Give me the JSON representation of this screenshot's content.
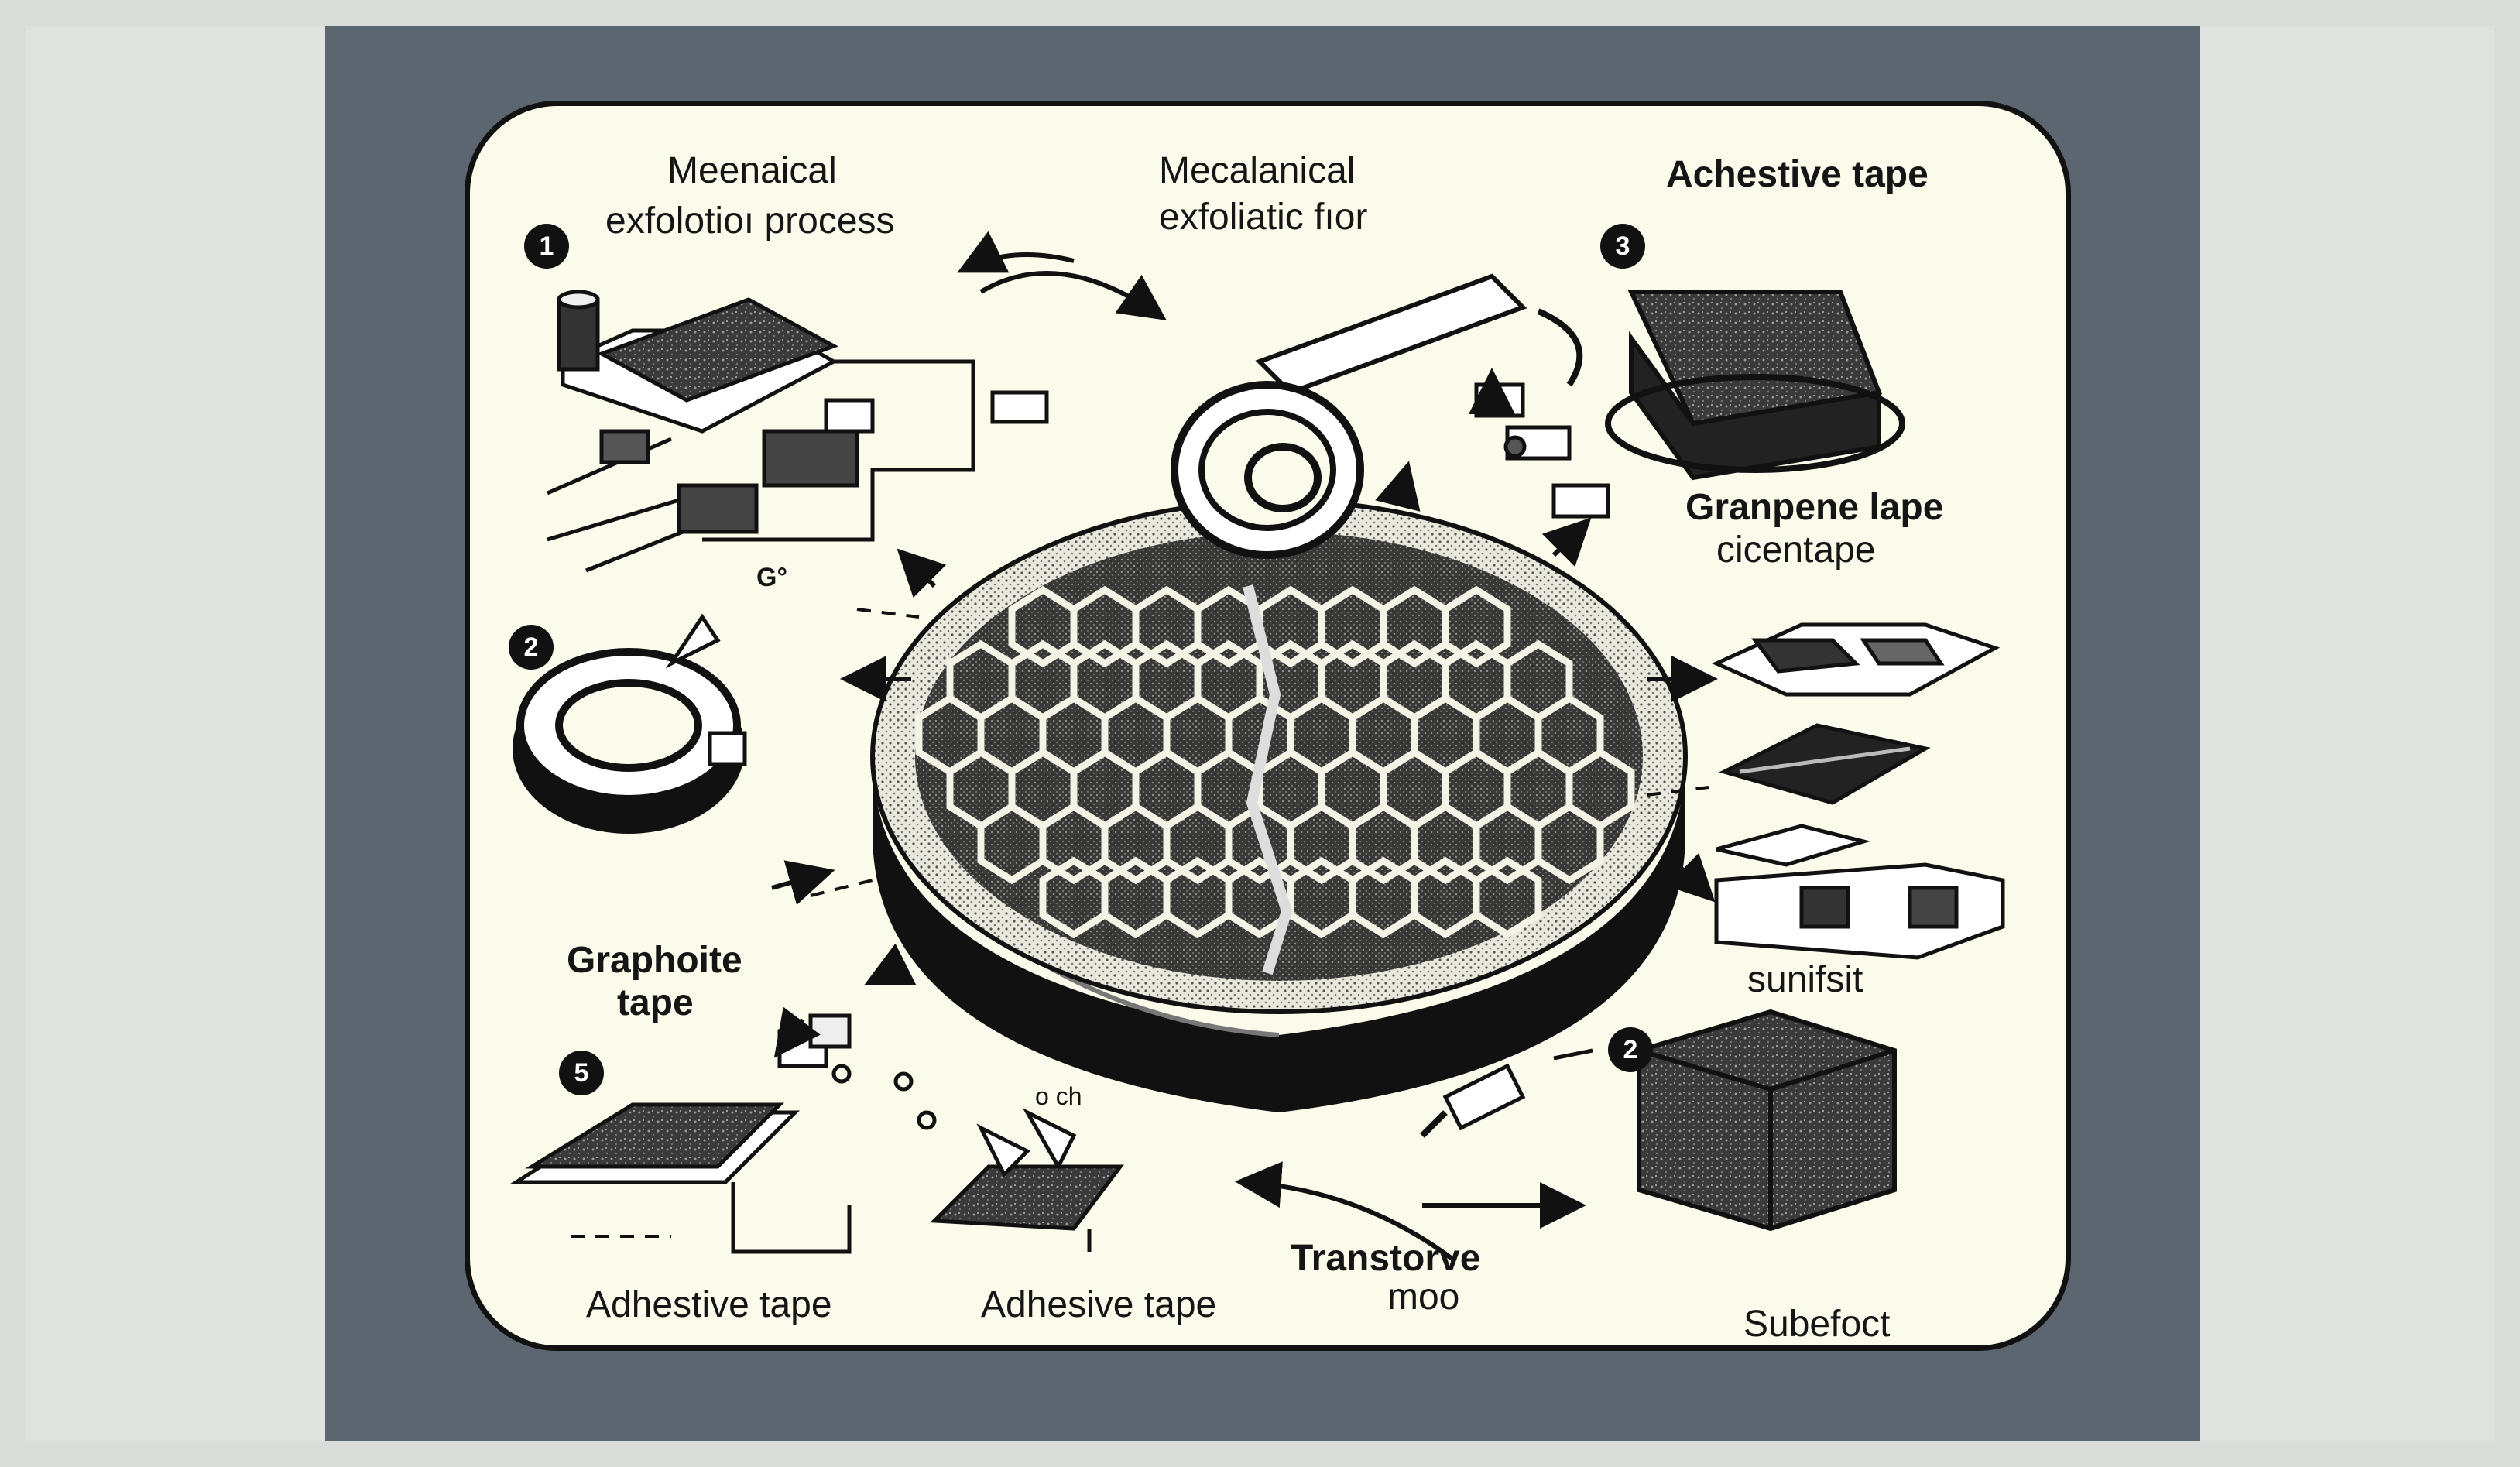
{
  "labels": {
    "top_left_line1": "Meenaical",
    "top_left_line2": "exfolotioı process",
    "top_center_line1": "Mecalanical",
    "top_center_line2": "exfoliatic fıor",
    "top_right": "Achestive tape",
    "right_mid_line1": "Granpene lape",
    "right_mid_line2": "cicentape",
    "left_mid_line1": "Graphoite",
    "left_mid_line2": "tape",
    "right_lower": "sunifsit",
    "bottom_left": "Adhestive tape",
    "bottom_center": "Adhesive tape",
    "bottom_mid_line1": "Transtorve",
    "bottom_mid_line2": "moo",
    "bottom_right": "Subefoct",
    "small_mark": "o ch",
    "small_mark2": "G°"
  },
  "badges": {
    "b1": "1",
    "b2": "2",
    "b3": "3",
    "b5": "5",
    "b2b": "2"
  },
  "colors": {
    "frame": "#5b6670",
    "card": "#fbfbec",
    "ink": "#111111"
  }
}
